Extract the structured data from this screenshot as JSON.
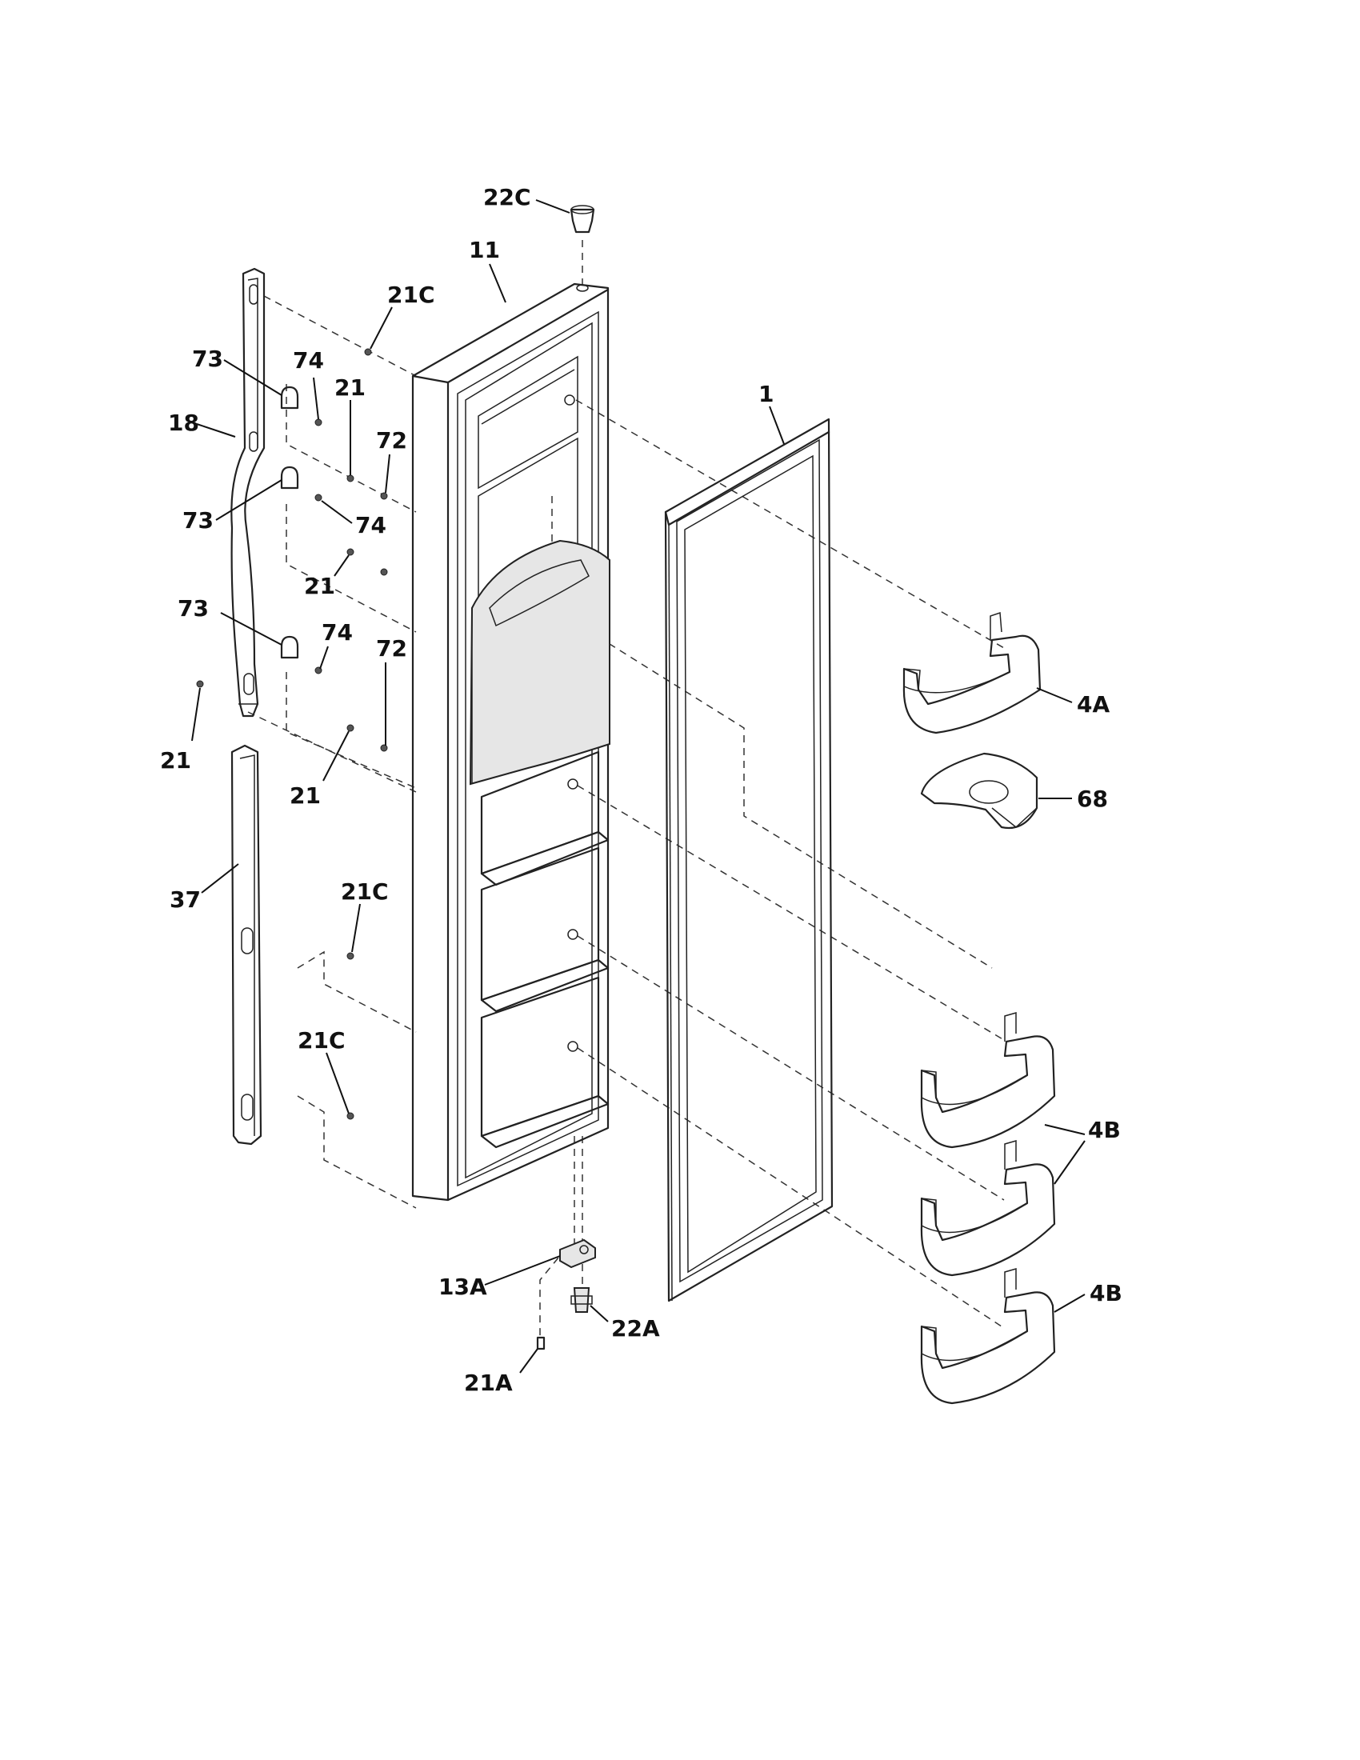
{
  "callouts": [
    {
      "id": "c-22c-top",
      "text": "22C"
    },
    {
      "id": "c-11",
      "text": "11"
    },
    {
      "id": "c-21c-top",
      "text": "21C"
    },
    {
      "id": "c-73-a",
      "text": "73"
    },
    {
      "id": "c-74-a",
      "text": "74"
    },
    {
      "id": "c-21-a",
      "text": "21"
    },
    {
      "id": "c-72-a",
      "text": "72"
    },
    {
      "id": "c-18",
      "text": "18"
    },
    {
      "id": "c-73-b",
      "text": "73"
    },
    {
      "id": "c-74-b",
      "text": "74"
    },
    {
      "id": "c-21-b",
      "text": "21"
    },
    {
      "id": "c-73-c",
      "text": "73"
    },
    {
      "id": "c-74-c",
      "text": "74"
    },
    {
      "id": "c-72-b",
      "text": "72"
    },
    {
      "id": "c-21-c",
      "text": "21"
    },
    {
      "id": "c-21-d",
      "text": "21"
    },
    {
      "id": "c-1",
      "text": "1"
    },
    {
      "id": "c-4a",
      "text": "4A"
    },
    {
      "id": "c-68",
      "text": "68"
    },
    {
      "id": "c-37",
      "text": "37"
    },
    {
      "id": "c-21c-mid",
      "text": "21C"
    },
    {
      "id": "c-21c-low",
      "text": "21C"
    },
    {
      "id": "c-4b-a",
      "text": "4B"
    },
    {
      "id": "c-4b-b",
      "text": "4B"
    },
    {
      "id": "c-13a",
      "text": "13A"
    },
    {
      "id": "c-22a",
      "text": "22A"
    },
    {
      "id": "c-21a",
      "text": "21A"
    }
  ]
}
